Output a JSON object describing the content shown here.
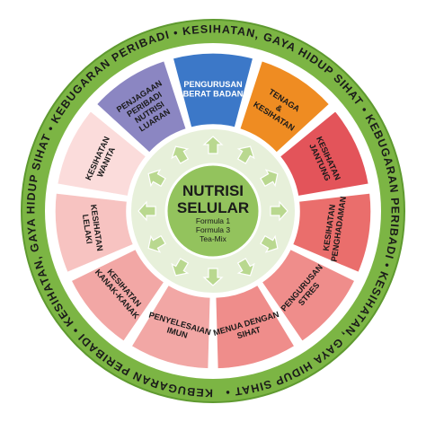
{
  "outer_ring": {
    "phrase": "KEBUGARAN PERIBADI • KESIHATAN, GAYA HIDUP SIHAT",
    "repeats": 3,
    "band_color": "#7cb544",
    "accent_color": "#a6cf6a"
  },
  "center": {
    "title_line1": "NUTRISI",
    "title_line2": "SELULAR",
    "items": [
      "Formula 1",
      "Formula 3",
      "Tea-Mix"
    ],
    "color": "#93c35d"
  },
  "arrows": {
    "count": 12,
    "color": "#b9d88f"
  },
  "segments": [
    {
      "lines": [
        "PENGURUSAN",
        "BERAT BADAN"
      ],
      "color": "#3c78c8",
      "text_color": "#ffffff"
    },
    {
      "lines": [
        "TENAGA",
        "&",
        "KESIHATAN"
      ],
      "color": "#ef8c22",
      "text_color": "#1a1a1a"
    },
    {
      "lines": [
        "KESIHATAN",
        "JANTUNG"
      ],
      "color": "#e3545a",
      "text_color": "#1a1a1a"
    },
    {
      "lines": [
        "KESIHATAN",
        "PENGHADAMAN"
      ],
      "color": "#ea6e6c",
      "text_color": "#1a1a1a"
    },
    {
      "lines": [
        "PENGURUSAN",
        "STRES"
      ],
      "color": "#ef8d8b",
      "text_color": "#1a1a1a"
    },
    {
      "lines": [
        "MENUA DENGAN",
        "SIHAT"
      ],
      "color": "#ef8d8b",
      "text_color": "#1a1a1a"
    },
    {
      "lines": [
        "PENYELESAIAN",
        "IMUN"
      ],
      "color": "#f2a7a5",
      "text_color": "#1a1a1a"
    },
    {
      "lines": [
        "KESIHATAN",
        "KANAK-KANAK"
      ],
      "color": "#f2a7a5",
      "text_color": "#1a1a1a"
    },
    {
      "lines": [
        "KESIHATAN",
        "LELAKI"
      ],
      "color": "#f7c3c1",
      "text_color": "#1a1a1a"
    },
    {
      "lines": [
        "KESIHATAN",
        "WANITA"
      ],
      "color": "#fbdcdb",
      "text_color": "#1a1a1a"
    },
    {
      "lines": [
        "PENJAGAAN",
        "PERIBADI",
        "NUTRISI",
        "LUARAN"
      ],
      "color": "#8b86c2",
      "text_color": "#1a1a1a"
    }
  ]
}
